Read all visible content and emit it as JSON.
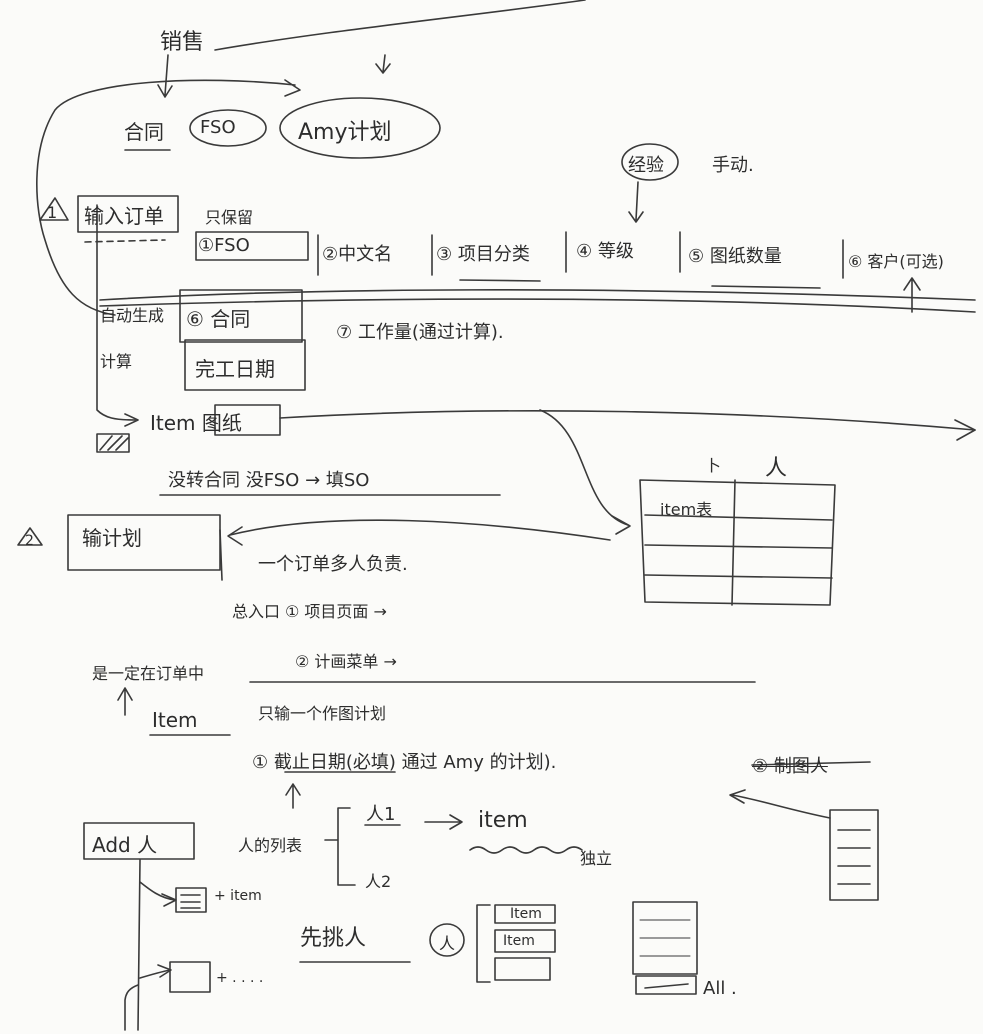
{
  "top": {
    "sales": "销售",
    "contract": "合同",
    "fso": "FSO",
    "amy_plan": "Amy计划",
    "experience": "经验",
    "manual": "手动."
  },
  "section1": {
    "marker": "1",
    "title": "输入订单",
    "only_keep": "只保留",
    "fields": [
      "①FSO",
      "②中文名",
      "③ 项目分类",
      "④ 等级",
      "⑤ 图纸数量",
      "⑥ 客户(可选)"
    ],
    "auto_gen": "自动生成",
    "calc": "计算",
    "field6": "⑥ 合同",
    "field7": "⑦ 工作量(通过计算).",
    "completion_date": "完工日期",
    "item_drawing": "Item 图纸",
    "no_contract_note": "没转合同 没FSO → 填SO"
  },
  "side_table": {
    "col1_header": "卜",
    "col2_header": "人",
    "cell": "item表"
  },
  "section2": {
    "marker": "2",
    "title": "输计划",
    "one_order": "一个订单多人负责.",
    "entry": "总入口",
    "entry1": "① 项目页面 →",
    "entry2": "② 计画菜单 →",
    "must_in_order": "是一定在订单中",
    "item": "Item",
    "only_one_plan": "只输一个作图计划",
    "deadline": "① 截止日期(必填) 通过 Amy 的计划).",
    "drawer": "② 制图人",
    "person_list": "人的列表",
    "p1": "人1",
    "p2": "人2",
    "item_word": "item",
    "independent": "独立",
    "add_person": "Add 人",
    "plus_item": "+ item",
    "plus_dots": "+ . . . .",
    "pick_person_first": "先挑人",
    "person_circle": "人",
    "item_box1": "Item",
    "item_box2": "Item",
    "all": "All ."
  }
}
